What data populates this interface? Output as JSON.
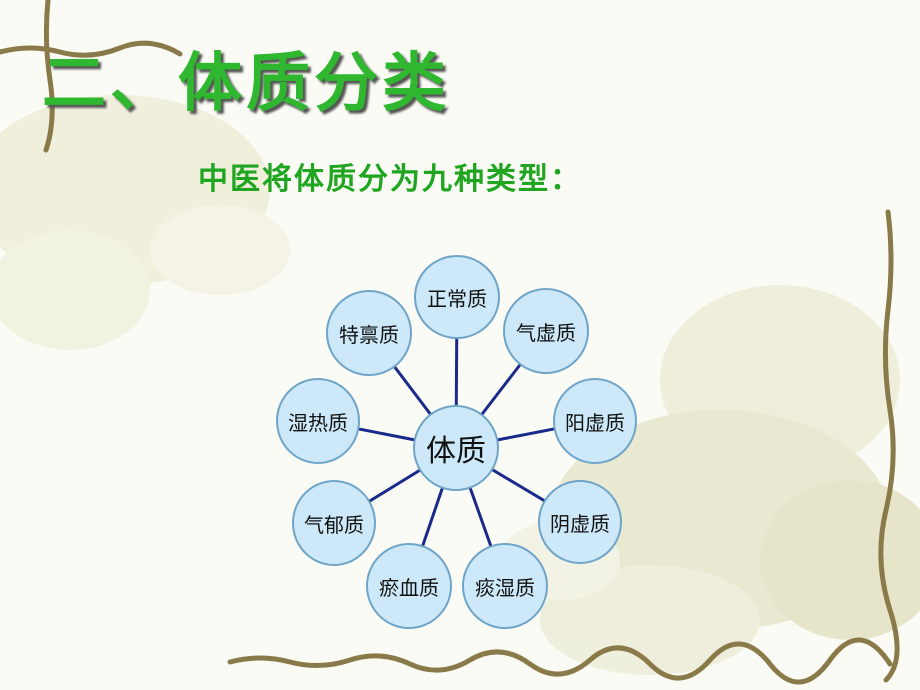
{
  "title": "二、体质分类",
  "subtitle": "中医将体质分为九种类型：",
  "diagram": {
    "center": "体质",
    "types": [
      "正常质",
      "气虚质",
      "阳虚质",
      "阴虚质",
      "痰湿质",
      "瘀血质",
      "气郁质",
      "湿热质",
      "特禀质"
    ]
  },
  "colors": {
    "title": "#2fb82f",
    "subtitle": "#1fa51f",
    "node_fill": "#cde9f9",
    "node_border": "#6fa4c9",
    "connector": "#1a2a8a",
    "vine": "#8a7a4a"
  }
}
